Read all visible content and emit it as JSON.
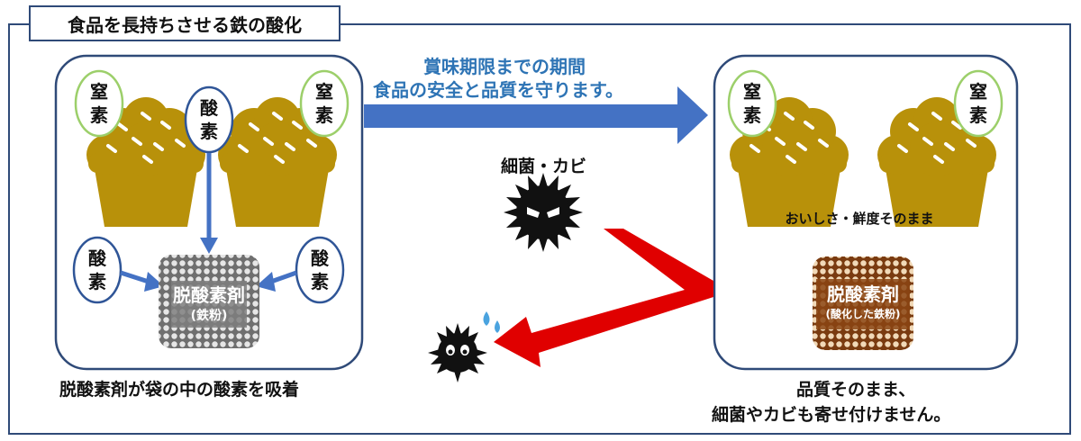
{
  "title": "食品を長持ちさせる鉄の酸化",
  "arrow_caption": [
    "賞味期限までの期間",
    "食品の安全と品質を守ります。"
  ],
  "left_panel": {
    "nitrogen_labels": [
      "窒素",
      "窒素"
    ],
    "oxygen_labels": [
      "酸素",
      "酸素",
      "酸素"
    ],
    "absorber_label": "脱酸素剤",
    "absorber_sub": "(鉄粉)",
    "caption": "脱酸素剤が袋の中の酸素を吸着"
  },
  "bacteria_label": "細菌・カビ",
  "right_panel": {
    "nitrogen_labels": [
      "窒素",
      "窒素"
    ],
    "freshness_label": "おいしさ・鮮度そのまま",
    "absorber_label": "脱酸素剤",
    "absorber_sub": "(酸化した鉄粉)",
    "caption_lines": [
      "品質そのまま、",
      "細菌やカビも寄せ付けません。"
    ]
  },
  "colors": {
    "frame": "#2f4a78",
    "blue_arrow": "#4472c4",
    "red_arrow": "#e00000",
    "caption_blue": "#2e74b5",
    "muffin": "#b8910a",
    "nitrogen_ring": "#9ccf6a",
    "oxygen_ring": "#2f5597",
    "absorber_gray": "#7f7f7f",
    "absorber_brown": "#8b4513"
  }
}
